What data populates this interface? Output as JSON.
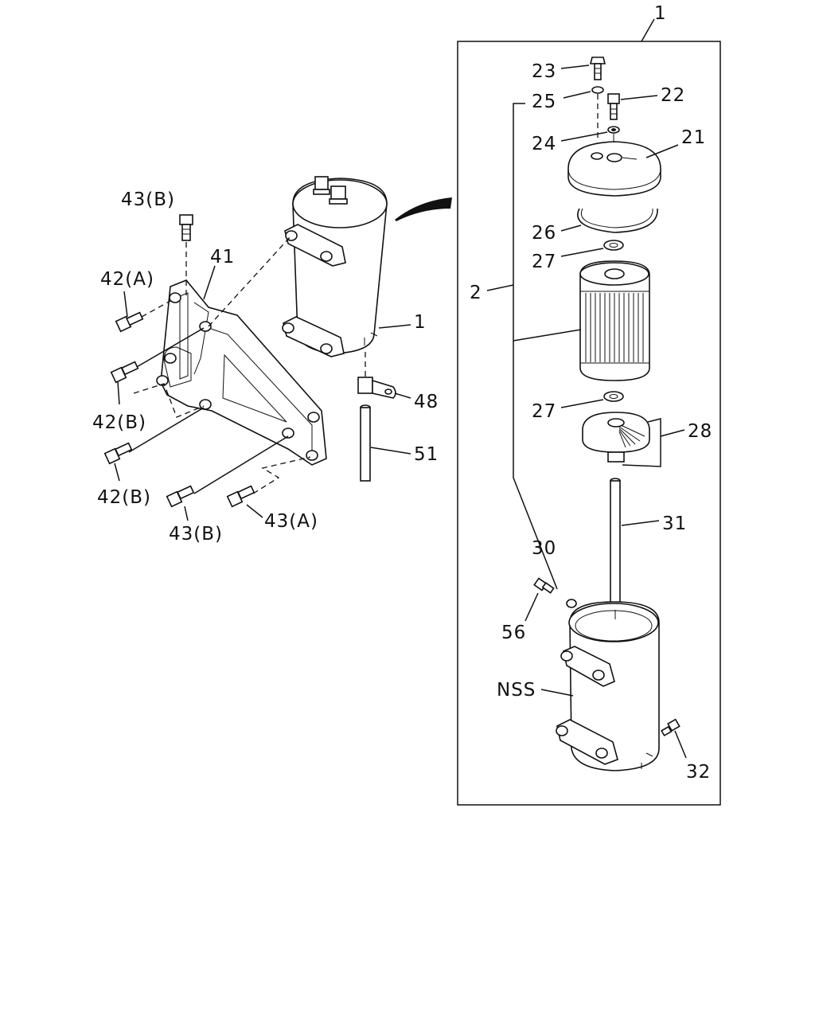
{
  "labels": {
    "l_1_top": "1",
    "l_23": "23",
    "l_25": "25",
    "l_22": "22",
    "l_24": "24",
    "l_21": "21",
    "l_26": "26",
    "l_27_upper": "27",
    "l_2": "2",
    "l_27_lower": "27",
    "l_28": "28",
    "l_31": "31",
    "l_30": "30",
    "l_56": "56",
    "l_nss": "NSS",
    "l_32": "32",
    "l_43b_top": "43(B)",
    "l_41": "41",
    "l_42a": "42(A)",
    "l_1_side": "1",
    "l_42b_upper": "42(B)",
    "l_48": "48",
    "l_51": "51",
    "l_42b_lower": "42(B)",
    "l_43b_bottom": "43(B)",
    "l_43a": "43(A)"
  }
}
